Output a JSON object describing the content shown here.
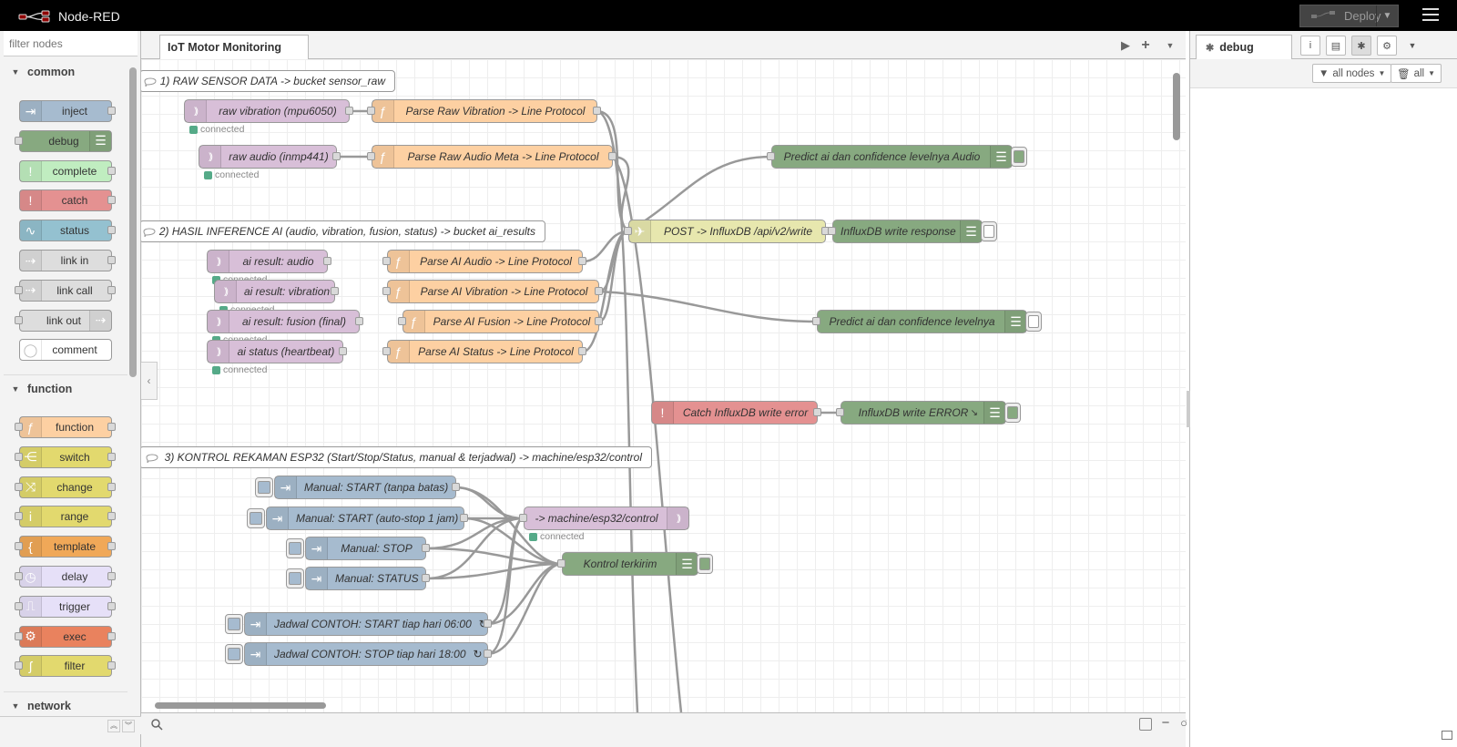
{
  "header": {
    "app_name": "Node-RED",
    "deploy_label": "Deploy"
  },
  "palette": {
    "filter_placeholder": "filter nodes",
    "categories": [
      {
        "label": "common",
        "nodes": [
          {
            "label": "inject",
            "color": "#a6bbcf",
            "icon": "inject-icon"
          },
          {
            "label": "debug",
            "color": "#87a980",
            "icon": "debug-icon"
          },
          {
            "label": "complete",
            "color": "#c0edc0",
            "icon": "alert-icon"
          },
          {
            "label": "catch",
            "color": "#e49191",
            "icon": "alert-icon"
          },
          {
            "label": "status",
            "color": "#94c1d0",
            "icon": "status-icon"
          },
          {
            "label": "link in",
            "color": "#dddddd",
            "icon": "link-icon"
          },
          {
            "label": "link call",
            "color": "#dddddd",
            "icon": "link-icon"
          },
          {
            "label": "link out",
            "color": "#dddddd",
            "icon": "link-icon"
          },
          {
            "label": "comment",
            "color": "#ffffff",
            "icon": "comment-icon"
          }
        ]
      },
      {
        "label": "function",
        "nodes": [
          {
            "label": "function",
            "color": "#fdd0a2",
            "icon": "function-icon"
          },
          {
            "label": "switch",
            "color": "#e2d96e",
            "icon": "switch-icon"
          },
          {
            "label": "change",
            "color": "#e2d96e",
            "icon": "change-icon"
          },
          {
            "label": "range",
            "color": "#e2d96e",
            "icon": "range-icon"
          },
          {
            "label": "template",
            "color": "#f0a858",
            "icon": "template-icon"
          },
          {
            "label": "delay",
            "color": "#e6e0f8",
            "icon": "delay-icon"
          },
          {
            "label": "trigger",
            "color": "#e6e0f8",
            "icon": "trigger-icon"
          },
          {
            "label": "exec",
            "color": "#e9825e",
            "icon": "gear-icon"
          },
          {
            "label": "filter",
            "color": "#e2d96e",
            "icon": "filter-icon"
          }
        ]
      },
      {
        "label": "network",
        "nodes": []
      }
    ]
  },
  "workspace": {
    "tab_label": "IoT Motor Monitoring",
    "comments": [
      {
        "label": "1) RAW SENSOR DATA -> bucket sensor_raw"
      },
      {
        "label": "2) HASIL INFERENCE AI (audio, vibration, fusion, status) -> bucket ai_results"
      },
      {
        "label": "3) KONTROL REKAMAN ESP32 (Start/Stop/Status, manual & terjadwal) -> machine/esp32/control"
      }
    ],
    "nodes": {
      "mqtt_raw_vib": "raw vibration (mpu6050)",
      "mqtt_raw_audio": "raw audio (inmp441)",
      "fn_raw_vib": "Parse Raw Vibration -> Line Protocol",
      "fn_raw_audio": "Parse Raw Audio Meta -> Line Protocol",
      "dbg_pred_audio": "Predict ai dan confidence levelnya Audio",
      "http_post": "POST -> InfluxDB /api/v2/write",
      "dbg_influx_resp": "InfluxDB write response",
      "mqtt_ai_audio": "ai result: audio",
      "mqtt_ai_vib": "ai result: vibration",
      "mqtt_ai_fusion": "ai result: fusion (final)",
      "mqtt_ai_status": "ai status (heartbeat)",
      "fn_ai_audio": "Parse AI Audio -> Line Protocol",
      "fn_ai_vib": "Parse AI Vibration -> Line Protocol",
      "fn_ai_fusion": "Parse AI Fusion -> Line Protocol",
      "fn_ai_status": "Parse AI Status -> Line Protocol",
      "dbg_pred": "Predict ai dan confidence levelnya",
      "catch_err": "Catch InfluxDB write error",
      "dbg_err": "InfluxDB write ERROR",
      "inj_start": "Manual: START (tanpa batas)",
      "inj_start1h": "Manual: START (auto-stop 1 jam)",
      "inj_stop": "Manual: STOP",
      "inj_status": "Manual: STATUS",
      "inj_sched_start": "Jadwal CONTOH: START tiap hari 06:00",
      "inj_sched_stop": "Jadwal CONTOH: STOP tiap hari 18:00",
      "mqtt_out_ctrl": "-> machine/esp32/control",
      "dbg_ctrl": "Kontrol terkirim"
    },
    "status_connected": "connected",
    "repeat_symbol": "↻",
    "err_symbol": "↘"
  },
  "sidebar": {
    "tab_label": "debug",
    "filter_nodes": "all nodes",
    "clear_label": "all"
  },
  "colors": {
    "mqtt": "#d8bfd8",
    "function": "#fdd0a2",
    "inject": "#a6bbcf",
    "debug": "#87a980",
    "http": "#e7e7ae",
    "catch": "#e49191"
  }
}
